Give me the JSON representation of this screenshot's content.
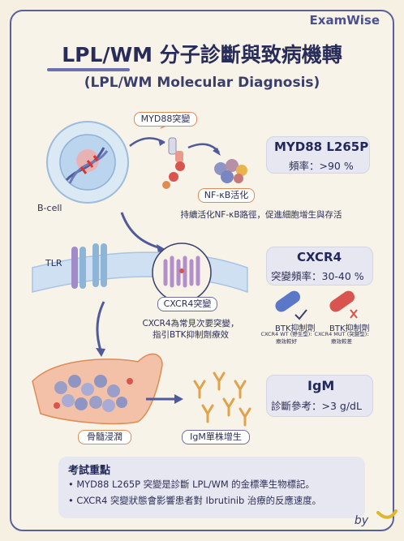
{
  "brand": "ExamWise",
  "title": "LPL/WM 分子診斷與致病機轉",
  "subtitle": "(LPL/WM Molecular Diagnosis)",
  "labels": {
    "myd88_mutation": "MYD88突變",
    "nfkb_activation": "NF-κB活化",
    "b_cell": "B-cell",
    "nfkb_note": "持續活化NF-κB路徑，促進細胞增生與存活",
    "tlr": "TLR",
    "cxcr4_mutation": "CXCR4突變",
    "cxcr4_note_line1": "CXCR4為常見次要突變，",
    "cxcr4_note_line2": "指引BTK抑制劑療效",
    "bone_marrow": "骨髓浸潤",
    "igm_clonal": "IgM單株增生"
  },
  "cards": {
    "myd88": {
      "title": "MYD88 L265P",
      "sub": "頻率：>90 %"
    },
    "cxcr4": {
      "title": "CXCR4",
      "sub": "突變頻率：30-40 %"
    },
    "igm": {
      "title": "IgM",
      "sub": "診斷參考：>3 g/dL"
    }
  },
  "btk": {
    "wt_label": "BTK抑制劑",
    "wt_detail_line1": "CXCR4 WT (野生型):",
    "wt_detail_line2": "療效較好",
    "mut_label": "BTK抑制劑",
    "mut_detail_line1": "CXCR4 MUT (突變型):",
    "mut_detail_line2": "療效較差"
  },
  "exam": {
    "title": "考試重點",
    "items": [
      "MYD88 L265P 突變是診斷 LPL/WM 的金標準生物標記。",
      "CXCR4 突變狀態會影響患者對 Ibrutinib 治療的反應速度。"
    ]
  },
  "signature": "by",
  "colors": {
    "accent": "#4b5190",
    "mutation_red": "#d9362b",
    "orange": "#e08b54",
    "capsule_blue": "#5b78c8",
    "capsule_red": "#d9534f"
  }
}
